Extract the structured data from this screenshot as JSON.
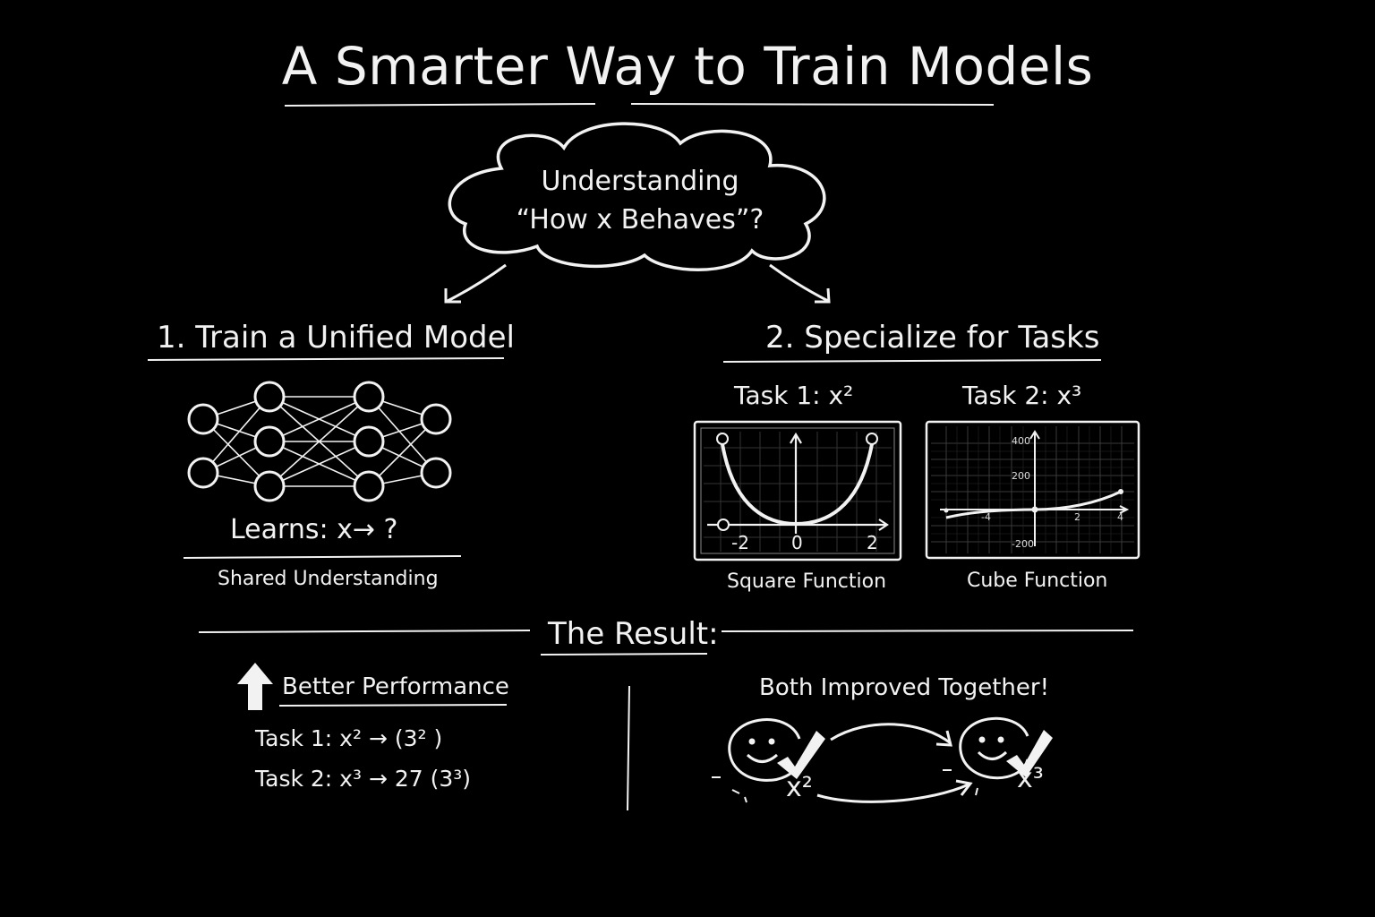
{
  "title": "A Smarter Way to Train Models",
  "cloud": {
    "line1": "Understanding",
    "line2": "“How x Behaves”?"
  },
  "step1": {
    "heading": "1. Train a Unified Model",
    "learns": "Learns: x→ ?",
    "caption": "Shared Understanding"
  },
  "step2": {
    "heading": "2. Specialize for Tasks",
    "task1": {
      "label": "Task 1: x²",
      "caption": "Square Function",
      "ticks": [
        "-2",
        "0",
        "2"
      ]
    },
    "task2": {
      "label": "Task 2: x³",
      "caption": "Cube Function",
      "yticks": [
        "400",
        "200",
        "-200"
      ],
      "xticks": [
        "-4",
        "2",
        "4"
      ]
    }
  },
  "result": {
    "heading": "The Result:",
    "better": "Better Performance",
    "line1": "Task 1: x² → (3² )",
    "line2": "Task 2: x³ → 27 (3³)",
    "both": "Both Improved Together!",
    "tag1": "x²",
    "tag2": "x³"
  },
  "colors": {
    "background": "#000000",
    "chalk": "#f2f2f2"
  }
}
